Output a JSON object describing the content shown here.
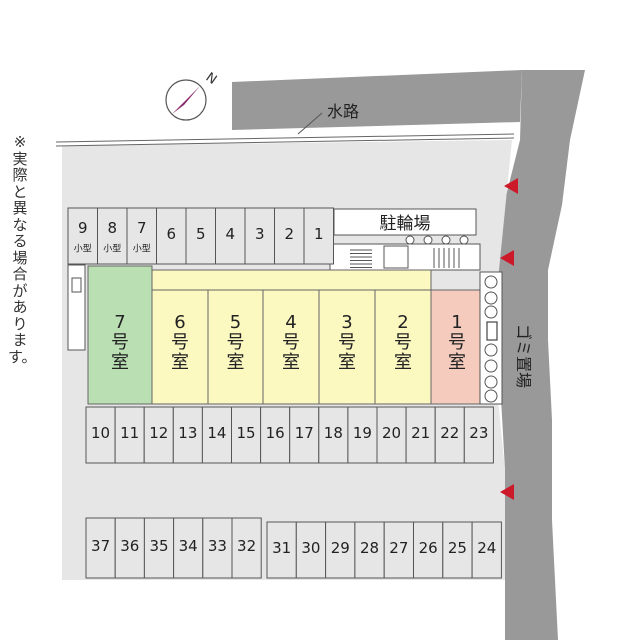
{
  "compass": {
    "label": "N"
  },
  "waterway": {
    "label": "水路"
  },
  "note": {
    "text": "※実際と異なる場合があります。"
  },
  "bicycle_parking": {
    "label": "駐輪場"
  },
  "garbage": {
    "label": "ゴミ置場"
  },
  "rooms": [
    {
      "num": "7",
      "suffix": "号室",
      "color": "#b9dfb3"
    },
    {
      "num": "6",
      "suffix": "号室",
      "color": "#fbf8c0"
    },
    {
      "num": "5",
      "suffix": "号室",
      "color": "#fbf8c0"
    },
    {
      "num": "4",
      "suffix": "号室",
      "color": "#fbf8c0"
    },
    {
      "num": "3",
      "suffix": "号室",
      "color": "#fbf8c0"
    },
    {
      "num": "2",
      "suffix": "号室",
      "color": "#fbf8c0"
    },
    {
      "num": "1",
      "suffix": "号室",
      "color": "#f4cbbd"
    }
  ],
  "parking_top": [
    {
      "num": "9",
      "tag": "小型"
    },
    {
      "num": "8",
      "tag": "小型"
    },
    {
      "num": "7",
      "tag": "小型"
    },
    {
      "num": "6",
      "tag": ""
    },
    {
      "num": "5",
      "tag": ""
    },
    {
      "num": "4",
      "tag": ""
    },
    {
      "num": "3",
      "tag": ""
    },
    {
      "num": "2",
      "tag": ""
    },
    {
      "num": "1",
      "tag": ""
    }
  ],
  "parking_middle": [
    "10",
    "11",
    "12",
    "13",
    "14",
    "15",
    "16",
    "17",
    "18",
    "19",
    "20",
    "21",
    "22",
    "23"
  ],
  "parking_bottom_left": [
    "37",
    "36",
    "35",
    "34",
    "33",
    "32"
  ],
  "parking_bottom_right": [
    "31",
    "30",
    "29",
    "28",
    "27",
    "26",
    "25",
    "24"
  ],
  "colors": {
    "lot": "#e6e6e6",
    "road": "#999999",
    "line": "#555555",
    "arrow": "#cc1a2a",
    "compass": "#8b2a6b"
  }
}
